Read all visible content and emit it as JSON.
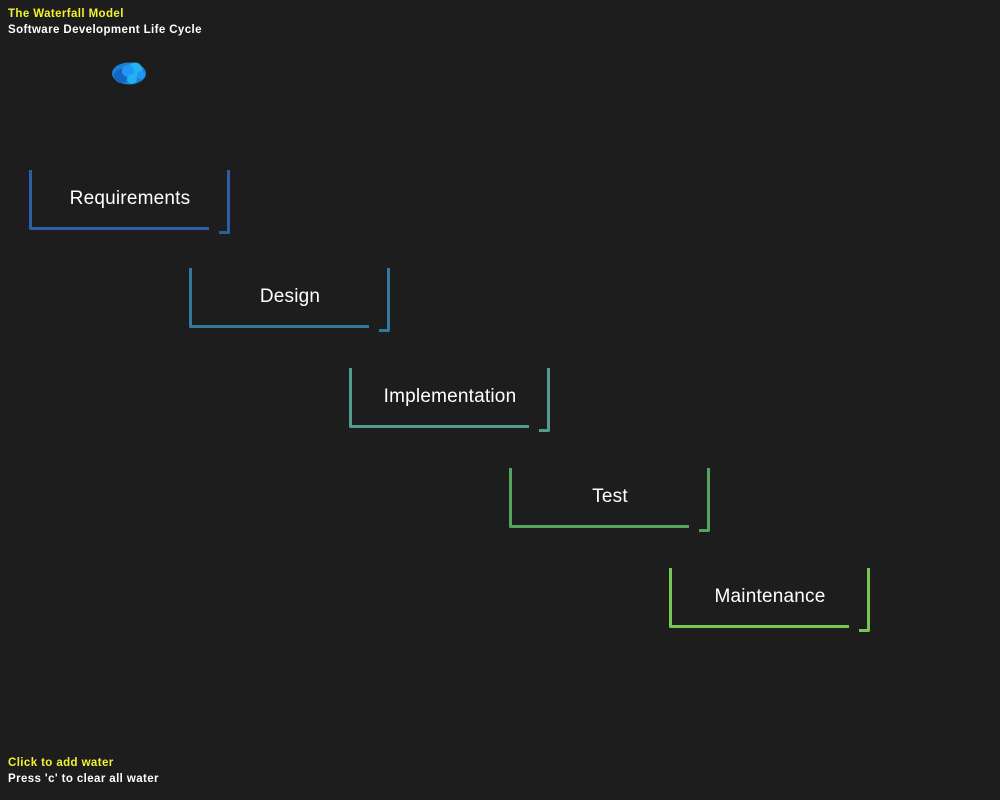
{
  "page": {
    "background_color": "#1d1d1d"
  },
  "header": {
    "title": "The Waterfall Model",
    "title_color": "#f2f233",
    "subtitle": "Software Development Life Cycle",
    "subtitle_color": "#ffffff"
  },
  "stages": [
    {
      "label": "Requirements",
      "color": "#2b61a3"
    },
    {
      "label": "Design",
      "color": "#33789f"
    },
    {
      "label": "Implementation",
      "color": "#529b8e"
    },
    {
      "label": "Test",
      "color": "#55a361"
    },
    {
      "label": "Maintenance",
      "color": "#74c757"
    }
  ],
  "water": {
    "description": "water-particle-blob",
    "colors": {
      "base": "#1c7fd6",
      "light": "#22b2ef",
      "mid": "#2196f3",
      "deep": "#1565c0"
    }
  },
  "footer": {
    "instruction_primary": "Click to add water",
    "instruction_primary_color": "#f2f233",
    "instruction_secondary": "Press 'c' to clear all water",
    "instruction_secondary_color": "#ffffff"
  }
}
